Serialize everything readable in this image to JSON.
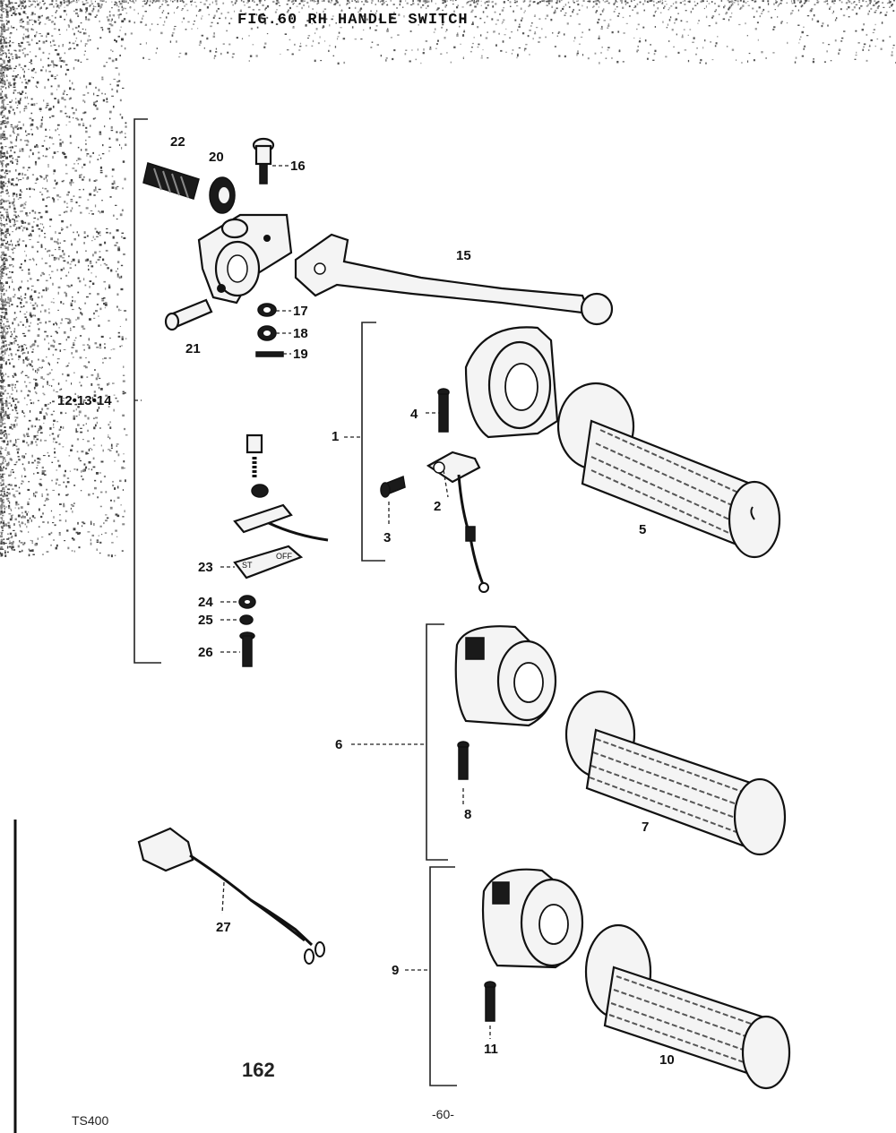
{
  "title": "FIG.60  RH HANDLE SWITCH",
  "page_badge": "162",
  "model": "TS400",
  "page_footer": "-60-",
  "labels": {
    "p1": "1",
    "p2": "2",
    "p3": "3",
    "p4": "4",
    "p5": "5",
    "p6": "6",
    "p7": "7",
    "p8": "8",
    "p9": "9",
    "p10": "10",
    "p11": "11",
    "p12": "12•13•14",
    "p15": "15",
    "p16": "16",
    "p17": "17",
    "p18": "18",
    "p19": "19",
    "p20": "20",
    "p21": "21",
    "p22": "22",
    "p23": "23",
    "p24": "24",
    "p25": "25",
    "p26": "26",
    "p27": "27"
  }
}
